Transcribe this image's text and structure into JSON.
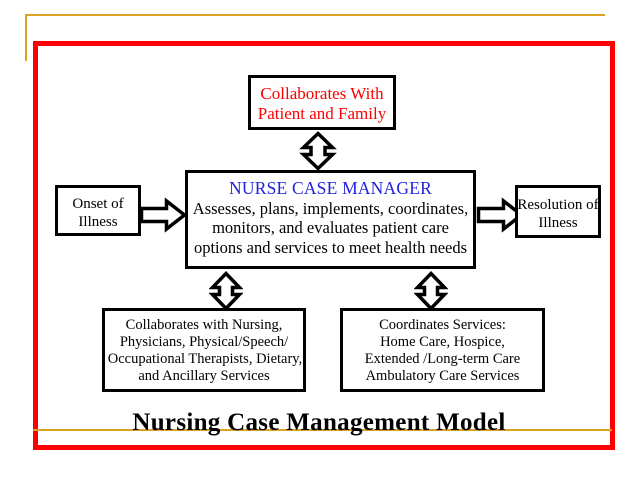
{
  "slide": {
    "title": "Nursing Case Management Model",
    "frame_color": "#ff0000",
    "accent_line_color": "#d9a520"
  },
  "boxes": {
    "collaborates_patient": {
      "name": "Collaborates With Patient and Family",
      "color": "#ff0000",
      "lines": [
        "Collaborates With",
        "Patient and Family"
      ]
    },
    "nurse_case_manager": {
      "heading": "NURSE CASE MANAGER",
      "heading_color": "#2222dd",
      "lines": [
        "Assesses, plans, implements, coordinates,",
        "monitors, and evaluates patient care",
        "options and services to meet health needs"
      ]
    },
    "onset_illness": {
      "lines": [
        "Onset of",
        "Illness"
      ]
    },
    "resolution_illness": {
      "lines": [
        "Resolution of",
        "Illness"
      ]
    },
    "collaborates_team": {
      "lines": [
        "Collaborates with Nursing,",
        "Physicians, Physical/Speech/",
        "Occupational Therapists, Dietary,",
        "and Ancillary Services"
      ]
    },
    "coordinates_services": {
      "lines": [
        "Coordinates Services:",
        "Home Care, Hospice,",
        "Extended /Long-term Care",
        "Ambulatory Care Services"
      ]
    }
  },
  "arrows": {
    "top": "double-headed-vertical-arrow",
    "bottom_left": "double-headed-vertical-arrow",
    "bottom_right": "double-headed-vertical-arrow",
    "left": "right-arrow",
    "right": "right-arrow"
  }
}
